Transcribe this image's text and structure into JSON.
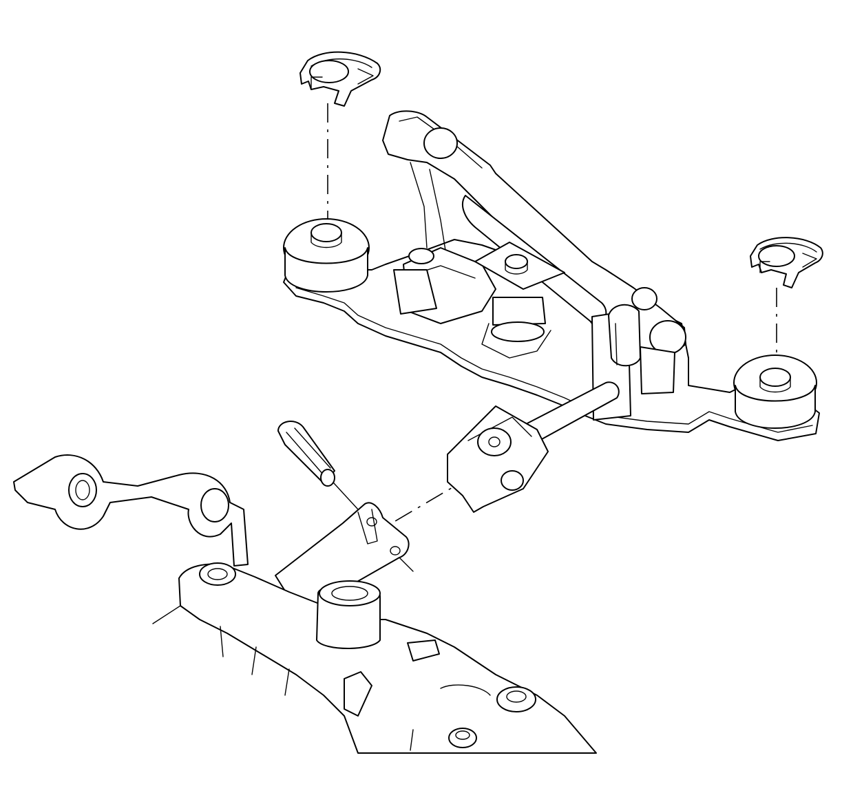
{
  "diagram": {
    "colors": {
      "line": "#000000",
      "background": "#ffffff"
    },
    "parts": [
      "retaining-clip-left",
      "retaining-clip-right",
      "shift-linkage-bracket",
      "insulator-left",
      "insulator-right",
      "clevis-pin",
      "transmission-shift-lever",
      "transmission-case"
    ]
  }
}
